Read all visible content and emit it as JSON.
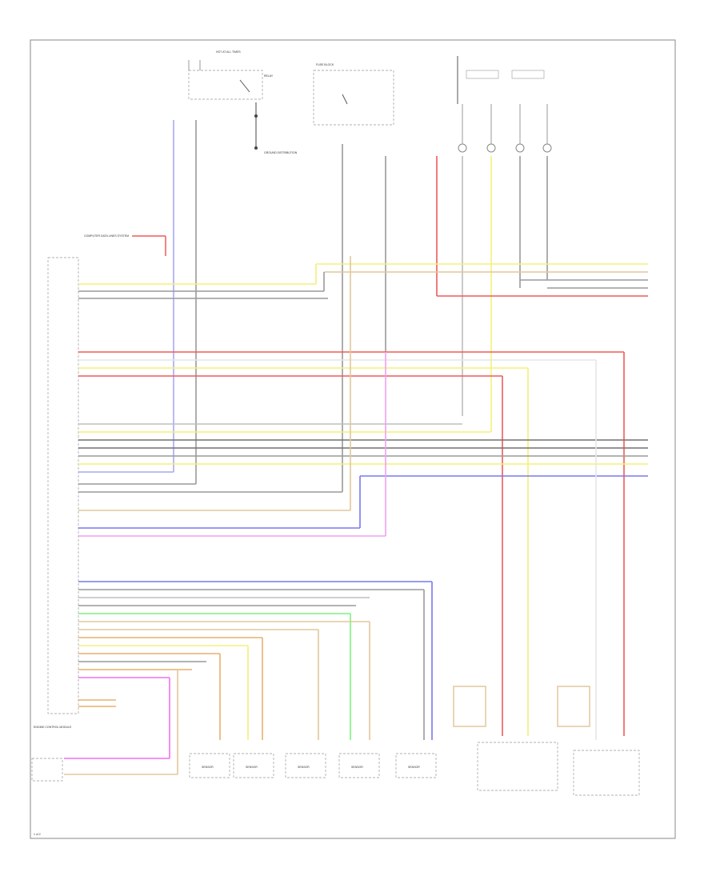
{
  "wire_colors": {
    "yellow": "#f3f07a",
    "red": "#ef5a5a",
    "blue": "#7878f0",
    "purple": "#a8a8f0",
    "tan": "#e0c89a",
    "green": "#7ef07e",
    "pink": "#f070f0",
    "orange": "#e8b070",
    "gray": "#707070",
    "light_gray": "#bdbdbd",
    "black": "#202020",
    "white_wire": "#e6e6e6"
  },
  "labels": {
    "top_left_fuse": "HOT AT ALL TIMES",
    "top_fuse_block": "FUSE BLOCK",
    "ground_dist": "GROUND DISTRIBUTION",
    "left_note": "COMPUTER DATA LINES SYSTEM",
    "bottom_note": "ENGINE CONTROL MODULE",
    "page_ref": "1 of 2"
  },
  "bottom_components": [
    {
      "label": "SENSOR"
    },
    {
      "label": "SENSOR"
    },
    {
      "label": "SENSOR"
    },
    {
      "label": "SENSOR"
    },
    {
      "label": "SENSOR"
    }
  ],
  "icons": [
    "ground-icon",
    "switch-icon",
    "connector-icon"
  ]
}
